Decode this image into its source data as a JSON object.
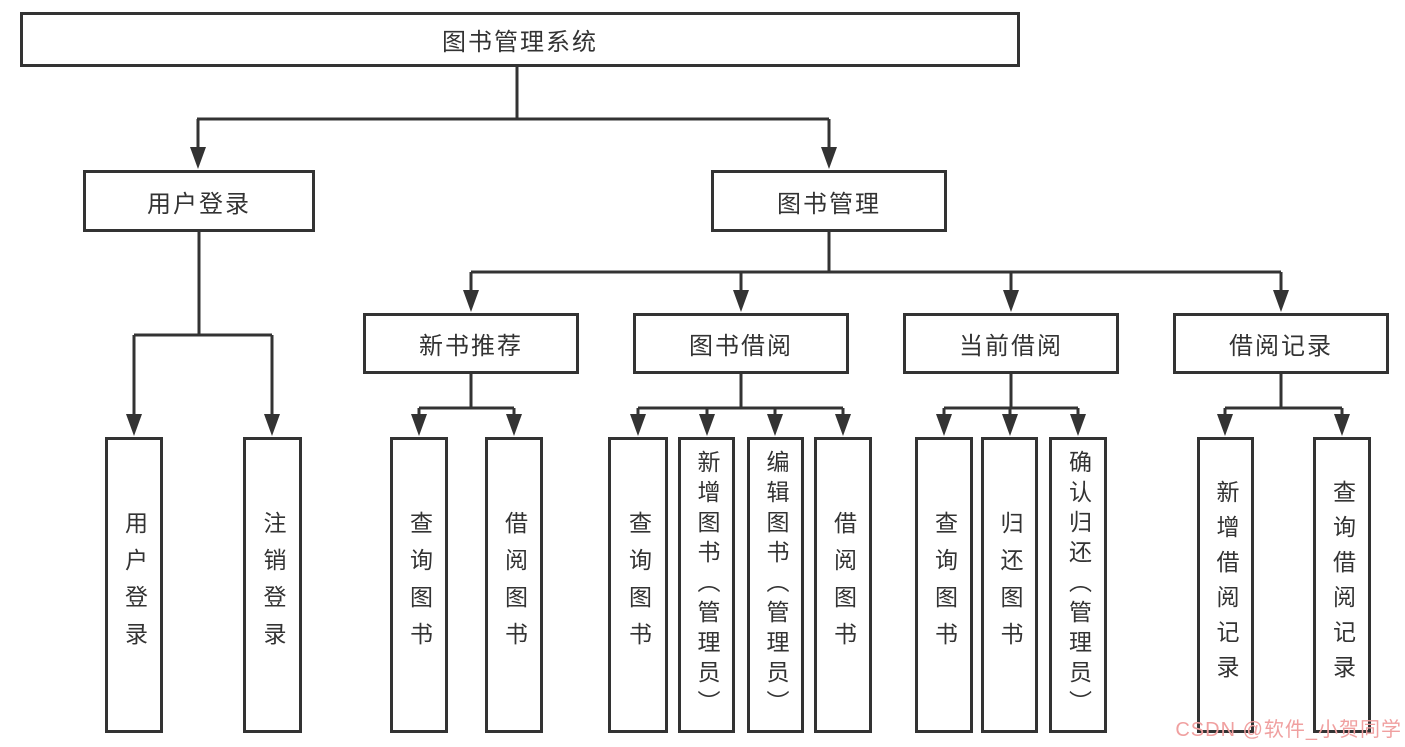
{
  "colors": {
    "background": "#ffffff",
    "line": "#333333",
    "text": "#333333",
    "watermark": "#f0a0a0"
  },
  "tree": {
    "root": {
      "label": "图书管理系统",
      "children": [
        {
          "label": "用户登录",
          "children": [
            {
              "label": "用户登录"
            },
            {
              "label": "注销登录"
            }
          ]
        },
        {
          "label": "图书管理",
          "children": [
            {
              "label": "新书推荐",
              "children": [
                {
                  "label": "查询图书"
                },
                {
                  "label": "借阅图书"
                }
              ]
            },
            {
              "label": "图书借阅",
              "children": [
                {
                  "label": "查询图书"
                },
                {
                  "label": "新增图书（管理员）"
                },
                {
                  "label": "编辑图书（管理员）"
                },
                {
                  "label": "借阅图书"
                }
              ]
            },
            {
              "label": "当前借阅",
              "children": [
                {
                  "label": "查询图书"
                },
                {
                  "label": "归还图书"
                },
                {
                  "label": "确认归还（管理员）"
                }
              ]
            },
            {
              "label": "借阅记录",
              "children": [
                {
                  "label": "新增借阅记录"
                },
                {
                  "label": "查询借阅记录"
                }
              ]
            }
          ]
        }
      ]
    }
  },
  "watermark": {
    "text": "CSDN @软件_小贺同学"
  }
}
